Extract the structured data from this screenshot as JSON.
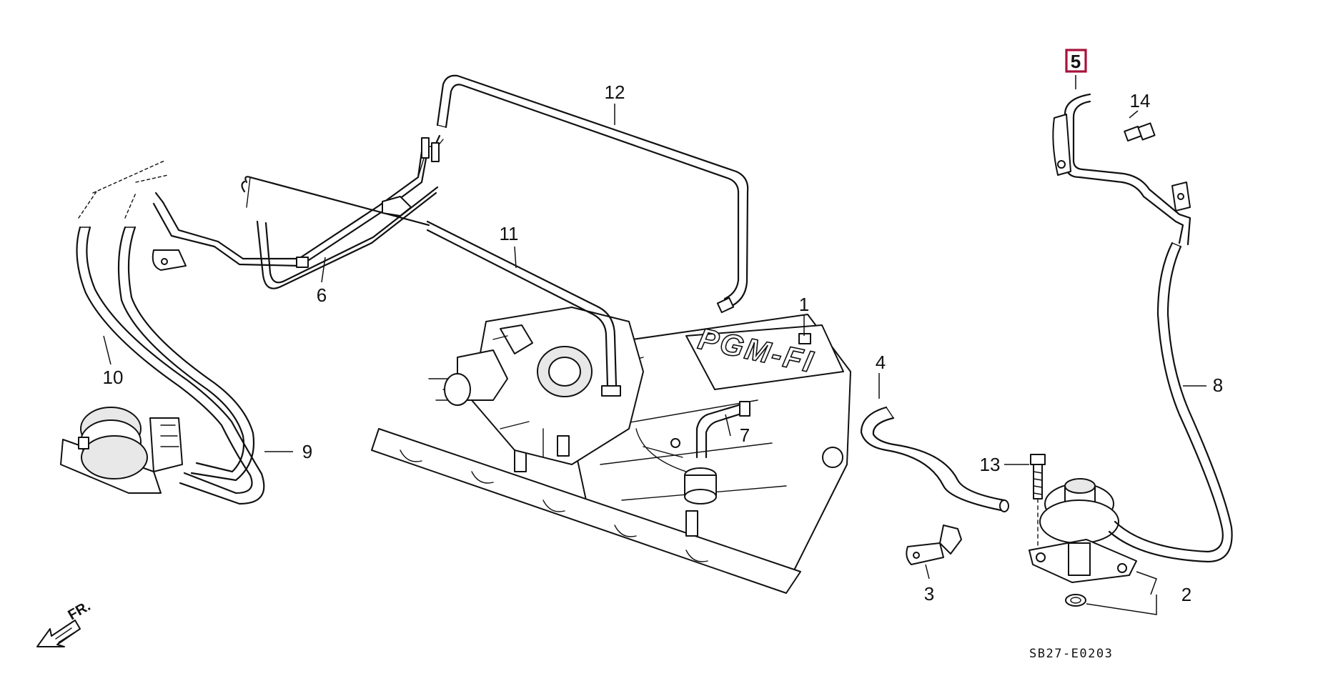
{
  "diagram": {
    "part_callouts": [
      {
        "id": "c1",
        "label": "1"
      },
      {
        "id": "c2",
        "label": "2"
      },
      {
        "id": "c3",
        "label": "3"
      },
      {
        "id": "c4",
        "label": "4"
      },
      {
        "id": "c5",
        "label": "5",
        "highlighted": true
      },
      {
        "id": "c6",
        "label": "6"
      },
      {
        "id": "c7",
        "label": "7"
      },
      {
        "id": "c8",
        "label": "8"
      },
      {
        "id": "c9",
        "label": "9"
      },
      {
        "id": "c10",
        "label": "10"
      },
      {
        "id": "c11",
        "label": "11"
      },
      {
        "id": "c12",
        "label": "12"
      },
      {
        "id": "c13",
        "label": "13"
      },
      {
        "id": "c14",
        "label": "14"
      }
    ],
    "manifold_lettering": "PGM-FI",
    "front_arrow_label": "FR.",
    "diagram_code": "SB27-E0203",
    "highlight_color": "#a8123a",
    "line_color": "#111111"
  }
}
